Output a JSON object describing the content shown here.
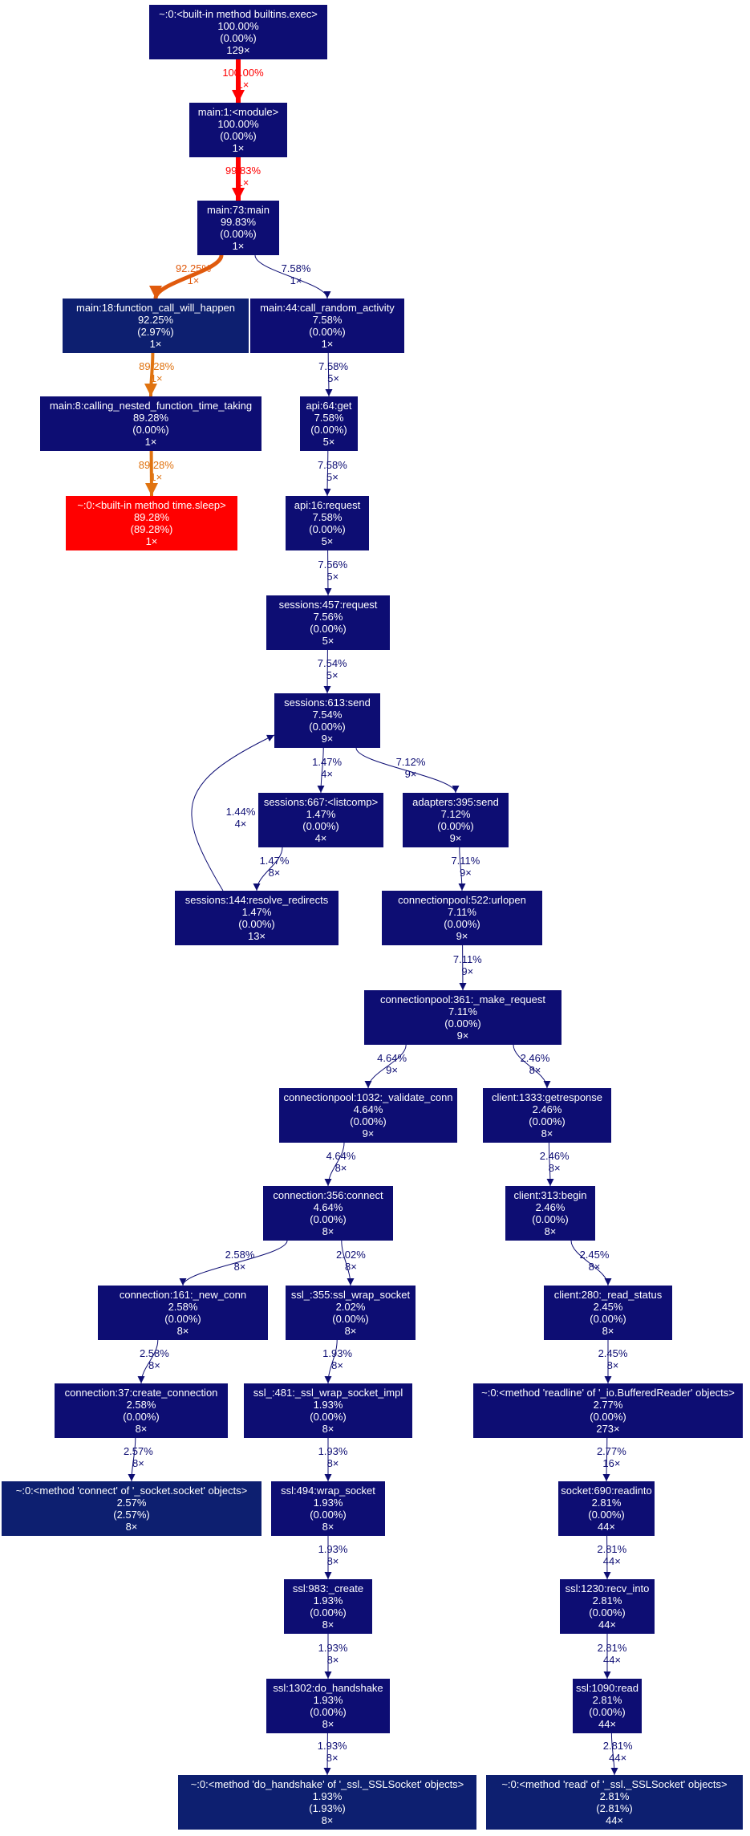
{
  "colors": {
    "node_dark": "#0d0d73",
    "node_mid": "#0d1f70",
    "node_hot": "#ff0000",
    "edge_hot": "#ff0000",
    "edge_warm": "#e05a0d",
    "edge_orange": "#e07310",
    "edge_cool": "#0d0d73"
  },
  "nodes": [
    {
      "id": "exec",
      "lines": [
        "~:0:<built-in method builtins.exec>",
        "100.00%",
        "(0.00%)",
        "129×"
      ],
      "tone": "dark"
    },
    {
      "id": "module",
      "lines": [
        "main:1:<module>",
        "100.00%",
        "(0.00%)",
        "1×"
      ],
      "tone": "dark"
    },
    {
      "id": "main",
      "lines": [
        "main:73:main",
        "99.83%",
        "(0.00%)",
        "1×"
      ],
      "tone": "dark"
    },
    {
      "id": "fcwh",
      "lines": [
        "main:18:function_call_will_happen",
        "92.25%",
        "(2.97%)",
        "1×"
      ],
      "tone": "mid"
    },
    {
      "id": "cra",
      "lines": [
        "main:44:call_random_activity",
        "7.58%",
        "(0.00%)",
        "1×"
      ],
      "tone": "dark"
    },
    {
      "id": "cnftt",
      "lines": [
        "main:8:calling_nested_function_time_taking",
        "89.28%",
        "(0.00%)",
        "1×"
      ],
      "tone": "dark"
    },
    {
      "id": "sleep",
      "lines": [
        "~:0:<built-in method time.sleep>",
        "89.28%",
        "(89.28%)",
        "1×"
      ],
      "tone": "hot"
    },
    {
      "id": "apiget",
      "lines": [
        "api:64:get",
        "7.58%",
        "(0.00%)",
        "5×"
      ],
      "tone": "dark"
    },
    {
      "id": "apireq",
      "lines": [
        "api:16:request",
        "7.58%",
        "(0.00%)",
        "5×"
      ],
      "tone": "dark"
    },
    {
      "id": "sessreq",
      "lines": [
        "sessions:457:request",
        "7.56%",
        "(0.00%)",
        "5×"
      ],
      "tone": "dark"
    },
    {
      "id": "sesssend",
      "lines": [
        "sessions:613:send",
        "7.54%",
        "(0.00%)",
        "9×"
      ],
      "tone": "dark"
    },
    {
      "id": "listcomp",
      "lines": [
        "sessions:667:<listcomp>",
        "1.47%",
        "(0.00%)",
        "4×"
      ],
      "tone": "dark"
    },
    {
      "id": "adsend",
      "lines": [
        "adapters:395:send",
        "7.12%",
        "(0.00%)",
        "9×"
      ],
      "tone": "dark"
    },
    {
      "id": "resolve",
      "lines": [
        "sessions:144:resolve_redirects",
        "1.47%",
        "(0.00%)",
        "13×"
      ],
      "tone": "dark"
    },
    {
      "id": "urlopen",
      "lines": [
        "connectionpool:522:urlopen",
        "7.11%",
        "(0.00%)",
        "9×"
      ],
      "tone": "dark"
    },
    {
      "id": "makereq",
      "lines": [
        "connectionpool:361:_make_request",
        "7.11%",
        "(0.00%)",
        "9×"
      ],
      "tone": "dark"
    },
    {
      "id": "validate",
      "lines": [
        "connectionpool:1032:_validate_conn",
        "4.64%",
        "(0.00%)",
        "9×"
      ],
      "tone": "dark"
    },
    {
      "id": "getresp",
      "lines": [
        "client:1333:getresponse",
        "2.46%",
        "(0.00%)",
        "8×"
      ],
      "tone": "dark"
    },
    {
      "id": "connect",
      "lines": [
        "connection:356:connect",
        "4.64%",
        "(0.00%)",
        "8×"
      ],
      "tone": "dark"
    },
    {
      "id": "begin",
      "lines": [
        "client:313:begin",
        "2.46%",
        "(0.00%)",
        "8×"
      ],
      "tone": "dark"
    },
    {
      "id": "newconn",
      "lines": [
        "connection:161:_new_conn",
        "2.58%",
        "(0.00%)",
        "8×"
      ],
      "tone": "dark"
    },
    {
      "id": "sslwrap",
      "lines": [
        "ssl_:355:ssl_wrap_socket",
        "2.02%",
        "(0.00%)",
        "8×"
      ],
      "tone": "dark"
    },
    {
      "id": "readstatus",
      "lines": [
        "client:280:_read_status",
        "2.45%",
        "(0.00%)",
        "8×"
      ],
      "tone": "dark"
    },
    {
      "id": "createconn",
      "lines": [
        "connection:37:create_connection",
        "2.58%",
        "(0.00%)",
        "8×"
      ],
      "tone": "dark"
    },
    {
      "id": "sslwrapimpl",
      "lines": [
        "ssl_:481:_ssl_wrap_socket_impl",
        "1.93%",
        "(0.00%)",
        "8×"
      ],
      "tone": "dark"
    },
    {
      "id": "readline",
      "lines": [
        "~:0:<method 'readline' of '_io.BufferedReader' objects>",
        "2.77%",
        "(0.00%)",
        "273×"
      ],
      "tone": "dark"
    },
    {
      "id": "sockconnect",
      "lines": [
        "~:0:<method 'connect' of '_socket.socket' objects>",
        "2.57%",
        "(2.57%)",
        "8×"
      ],
      "tone": "mid"
    },
    {
      "id": "sslwrapsock",
      "lines": [
        "ssl:494:wrap_socket",
        "1.93%",
        "(0.00%)",
        "8×"
      ],
      "tone": "dark"
    },
    {
      "id": "readinto",
      "lines": [
        "socket:690:readinto",
        "2.81%",
        "(0.00%)",
        "44×"
      ],
      "tone": "dark"
    },
    {
      "id": "sslcreate",
      "lines": [
        "ssl:983:_create",
        "1.93%",
        "(0.00%)",
        "8×"
      ],
      "tone": "dark"
    },
    {
      "id": "recvinto",
      "lines": [
        "ssl:1230:recv_into",
        "2.81%",
        "(0.00%)",
        "44×"
      ],
      "tone": "dark"
    },
    {
      "id": "dohand",
      "lines": [
        "ssl:1302:do_handshake",
        "1.93%",
        "(0.00%)",
        "8×"
      ],
      "tone": "dark"
    },
    {
      "id": "sslread",
      "lines": [
        "ssl:1090:read",
        "2.81%",
        "(0.00%)",
        "44×"
      ],
      "tone": "dark"
    },
    {
      "id": "dohandobj",
      "lines": [
        "~:0:<method 'do_handshake' of '_ssl._SSLSocket' objects>",
        "1.93%",
        "(1.93%)",
        "8×"
      ],
      "tone": "mid"
    },
    {
      "id": "readobj",
      "lines": [
        "~:0:<method 'read' of '_ssl._SSLSocket' objects>",
        "2.81%",
        "(2.81%)",
        "44×"
      ],
      "tone": "mid"
    }
  ],
  "edges": [
    {
      "id": "e1",
      "from": "exec",
      "to": "module",
      "pct": "100.00%",
      "calls": "1×",
      "tone": "hot"
    },
    {
      "id": "e2",
      "from": "module",
      "to": "main",
      "pct": "99.83%",
      "calls": "1×",
      "tone": "hot"
    },
    {
      "id": "e3",
      "from": "main",
      "to": "fcwh",
      "pct": "92.25%",
      "calls": "1×",
      "tone": "warm"
    },
    {
      "id": "e4",
      "from": "main",
      "to": "cra",
      "pct": "7.58%",
      "calls": "1×",
      "tone": "cool"
    },
    {
      "id": "e5",
      "from": "fcwh",
      "to": "cnftt",
      "pct": "89.28%",
      "calls": "1×",
      "tone": "orange"
    },
    {
      "id": "e6",
      "from": "cnftt",
      "to": "sleep",
      "pct": "89.28%",
      "calls": "1×",
      "tone": "orange"
    },
    {
      "id": "e7",
      "from": "cra",
      "to": "apiget",
      "pct": "7.58%",
      "calls": "5×",
      "tone": "cool"
    },
    {
      "id": "e8",
      "from": "apiget",
      "to": "apireq",
      "pct": "7.58%",
      "calls": "5×",
      "tone": "cool"
    },
    {
      "id": "e9",
      "from": "apireq",
      "to": "sessreq",
      "pct": "7.56%",
      "calls": "5×",
      "tone": "cool"
    },
    {
      "id": "e10",
      "from": "sessreq",
      "to": "sesssend",
      "pct": "7.54%",
      "calls": "5×",
      "tone": "cool"
    },
    {
      "id": "e11",
      "from": "sesssend",
      "to": "listcomp",
      "pct": "1.47%",
      "calls": "4×",
      "tone": "cool"
    },
    {
      "id": "e12",
      "from": "sesssend",
      "to": "adsend",
      "pct": "7.12%",
      "calls": "9×",
      "tone": "cool"
    },
    {
      "id": "e13",
      "from": "listcomp",
      "to": "resolve",
      "pct": "1.47%",
      "calls": "8×",
      "tone": "cool"
    },
    {
      "id": "e14",
      "from": "resolve",
      "to": "sesssend",
      "pct": "1.44%",
      "calls": "4×",
      "tone": "cool"
    },
    {
      "id": "e15",
      "from": "adsend",
      "to": "urlopen",
      "pct": "7.11%",
      "calls": "9×",
      "tone": "cool"
    },
    {
      "id": "e16",
      "from": "urlopen",
      "to": "makereq",
      "pct": "7.11%",
      "calls": "9×",
      "tone": "cool"
    },
    {
      "id": "e17",
      "from": "makereq",
      "to": "validate",
      "pct": "4.64%",
      "calls": "9×",
      "tone": "cool"
    },
    {
      "id": "e18",
      "from": "makereq",
      "to": "getresp",
      "pct": "2.46%",
      "calls": "8×",
      "tone": "cool"
    },
    {
      "id": "e19",
      "from": "validate",
      "to": "connect",
      "pct": "4.64%",
      "calls": "8×",
      "tone": "cool"
    },
    {
      "id": "e20",
      "from": "getresp",
      "to": "begin",
      "pct": "2.46%",
      "calls": "8×",
      "tone": "cool"
    },
    {
      "id": "e21",
      "from": "connect",
      "to": "newconn",
      "pct": "2.58%",
      "calls": "8×",
      "tone": "cool"
    },
    {
      "id": "e22",
      "from": "connect",
      "to": "sslwrap",
      "pct": "2.02%",
      "calls": "8×",
      "tone": "cool"
    },
    {
      "id": "e23",
      "from": "begin",
      "to": "readstatus",
      "pct": "2.45%",
      "calls": "8×",
      "tone": "cool"
    },
    {
      "id": "e24",
      "from": "newconn",
      "to": "createconn",
      "pct": "2.58%",
      "calls": "8×",
      "tone": "cool"
    },
    {
      "id": "e25",
      "from": "sslwrap",
      "to": "sslwrapimpl",
      "pct": "1.93%",
      "calls": "8×",
      "tone": "cool"
    },
    {
      "id": "e26",
      "from": "readstatus",
      "to": "readline",
      "pct": "2.45%",
      "calls": "8×",
      "tone": "cool"
    },
    {
      "id": "e27",
      "from": "createconn",
      "to": "sockconnect",
      "pct": "2.57%",
      "calls": "8×",
      "tone": "cool"
    },
    {
      "id": "e28",
      "from": "sslwrapimpl",
      "to": "sslwrapsock",
      "pct": "1.93%",
      "calls": "8×",
      "tone": "cool"
    },
    {
      "id": "e29",
      "from": "readline",
      "to": "readinto",
      "pct": "2.77%",
      "calls": "16×",
      "tone": "cool"
    },
    {
      "id": "e30",
      "from": "sslwrapsock",
      "to": "sslcreate",
      "pct": "1.93%",
      "calls": "8×",
      "tone": "cool"
    },
    {
      "id": "e31",
      "from": "readinto",
      "to": "recvinto",
      "pct": "2.81%",
      "calls": "44×",
      "tone": "cool"
    },
    {
      "id": "e32",
      "from": "sslcreate",
      "to": "dohand",
      "pct": "1.93%",
      "calls": "8×",
      "tone": "cool"
    },
    {
      "id": "e33",
      "from": "recvinto",
      "to": "sslread",
      "pct": "2.81%",
      "calls": "44×",
      "tone": "cool"
    },
    {
      "id": "e34",
      "from": "dohand",
      "to": "dohandobj",
      "pct": "1.93%",
      "calls": "8×",
      "tone": "cool"
    },
    {
      "id": "e35",
      "from": "sslread",
      "to": "readobj",
      "pct": "2.81%",
      "calls": "44×",
      "tone": "cool"
    }
  ]
}
